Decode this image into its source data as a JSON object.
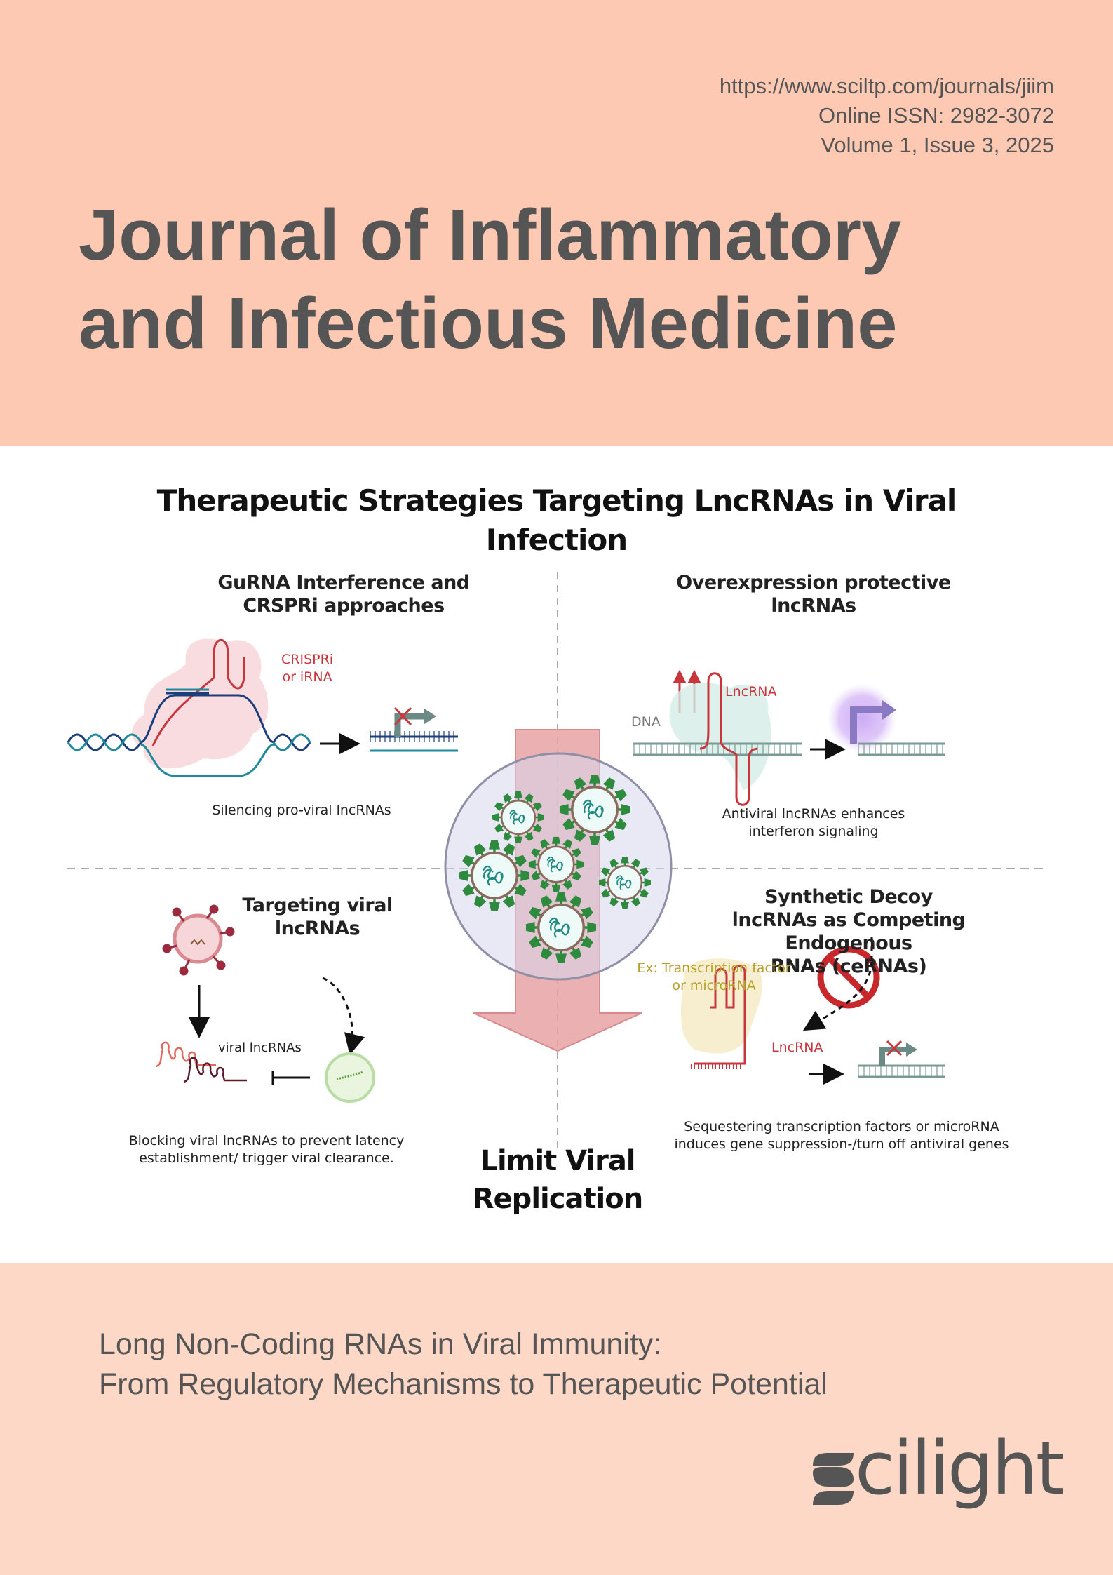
{
  "header": {
    "url": "https://www.sciltp.com/journals/jiim",
    "issn": "Online ISSN: 2982-3072",
    "volume": "Volume 1, Issue 3, 2025",
    "journal_title_line1": "Journal of Inflammatory",
    "journal_title_line2": "and Infectious Medicine"
  },
  "figure": {
    "title_line1": "Therapeutic Strategies Targeting LncRNAs in Viral",
    "title_line2": "Infection",
    "center_label_line1": "Limit Viral",
    "center_label_line2": "Replication",
    "panels": [
      {
        "title_line1": "GuRNA Interference and",
        "title_line2": "CRSPRi approaches",
        "labels": [
          "CRISPRi",
          "or iRNA"
        ],
        "caption_line1": "Silencing pro-viral lncRNAs"
      },
      {
        "title_line1": "Overexpression protective",
        "title_line2": "lncRNAs",
        "labels": [
          "LncRNA",
          "DNA"
        ],
        "caption_line1": "Antiviral lncRNAs enhances",
        "caption_line2": "interferon signaling"
      },
      {
        "title_line1": "Targeting viral",
        "title_line2": "lncRNAs",
        "labels": [
          "viral lncRNAs"
        ],
        "caption_line1": "Blocking viral lncRNAs to prevent latency",
        "caption_line2": "establishment/ trigger viral clearance."
      },
      {
        "title_line1": "Synthetic Decoy",
        "title_line2": "lncRNAs as Competing Endogenous",
        "title_line3": "RNAs (ceRNAs)",
        "labels": [
          "Ex: Transcription factor",
          "or microRNA",
          "LncRNA"
        ],
        "caption_line1": "Sequestering transcription factors or microRNA",
        "caption_line2": "induces gene suppression-/turn off antiviral genes"
      }
    ],
    "icons": [
      "dna-helix-icon",
      "crispr-complex-icon",
      "blocked-promoter-icon",
      "upregulation-arrows-icon",
      "active-promoter-icon",
      "virus-icon",
      "viral-lncrna-icon",
      "antisense-oligo-icon",
      "prohibition-icon",
      "virus-cluster-icon",
      "down-arrow-icon"
    ]
  },
  "article": {
    "title_line1": "Long Non-Coding RNAs in Viral Immunity:",
    "title_line2": "From Regulatory Mechanisms to Therapeutic Potential"
  },
  "publisher": {
    "name": "cilight",
    "full_name": "Scilight"
  },
  "colors": {
    "top_band": "#fec9b3",
    "bottom_band": "#fdd8c7",
    "text_gray": "#555555",
    "rna_red": "#c8363c",
    "virus_green": "#2e8b3d",
    "arrow_pink": "#e8a3a5",
    "circle_lavender": "#e4e4f2"
  }
}
